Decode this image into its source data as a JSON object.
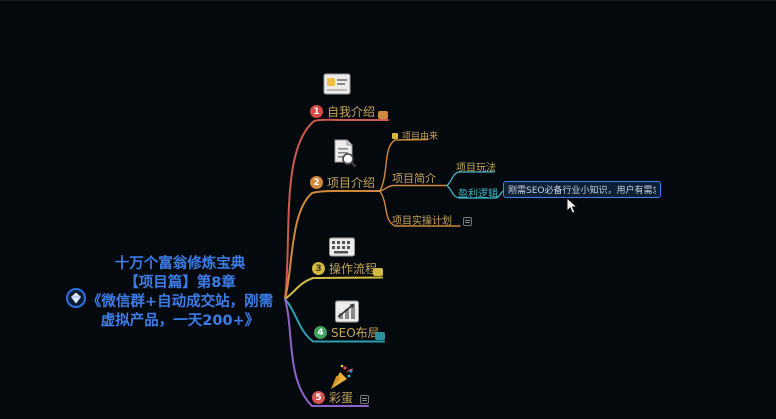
{
  "app": {
    "background": "#04090e",
    "selection_color": "#3e7ff2"
  },
  "central": {
    "icon": "gem-icon",
    "color": "#3c7ce8",
    "lines": [
      "十万个富翁修炼宝典",
      "【项目篇】第8章",
      "《微信群+自动成交站，刚需",
      "虚拟产品，一天200+》"
    ]
  },
  "branches": [
    {
      "num": "1",
      "label": "自我介绍",
      "color": "#cd5a4e",
      "icon": "id-card-icon",
      "badge_color": "#cd8a3c"
    },
    {
      "num": "2",
      "label": "项目介绍",
      "color": "#d2883a",
      "icon": "doc-search-icon",
      "children": [
        {
          "label": "项目由来"
        },
        {
          "label": "项目简介",
          "children": [
            {
              "label": "项目玩法"
            },
            {
              "label": "盈利逻辑",
              "children": [
                {
                  "label": "刚需SEO必备行业小知识，用户有需求就会行动",
                  "selected": true
                }
              ]
            }
          ]
        },
        {
          "label": "项目实操计划"
        }
      ]
    },
    {
      "num": "3",
      "label": "操作流程",
      "color": "#d2bc42",
      "icon": "keyboard-icon",
      "badge_color": "#d2b83c"
    },
    {
      "num": "4",
      "label": "SEO布局",
      "color": "#2b9fae",
      "icon": "chart-icon",
      "badge_color": "#2b8fa0"
    },
    {
      "num": "5",
      "label": "彩蛋",
      "color": "#8e63c9",
      "icon": "party-popper-icon"
    }
  ]
}
